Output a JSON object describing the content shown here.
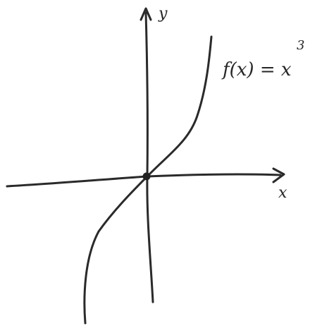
{
  "axes": {
    "x_label": "x",
    "y_label": "y"
  },
  "function_label": {
    "main": "f(x) = x",
    "exponent": "3"
  },
  "colors": {
    "ink": "#2a2a2a",
    "paper": "#ffffff"
  }
}
